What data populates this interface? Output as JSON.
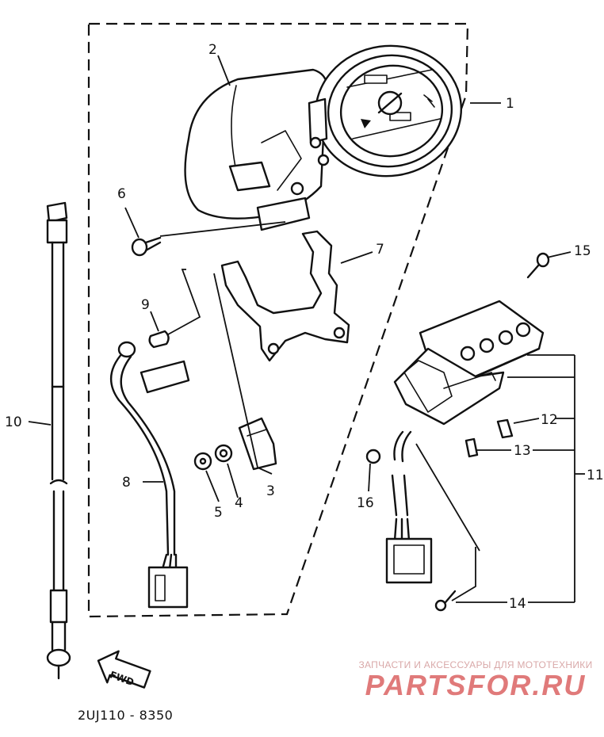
{
  "diagram": {
    "part_number": "2UJ110 - 8350",
    "fwd_label": "FWD",
    "callouts": [
      "1",
      "2",
      "3",
      "4",
      "5",
      "6",
      "7",
      "8",
      "9",
      "10",
      "11",
      "12",
      "13",
      "14",
      "15",
      "16"
    ]
  },
  "watermark": {
    "tagline": "ЗАПЧАСТИ И АКСЕССУАРЫ ДЛЯ МОТОТЕХНИКИ",
    "logo": "PARTSFOR.RU"
  },
  "colors": {
    "ink": "#111111",
    "paper": "#ffffff",
    "watermark": "#e07a7a"
  }
}
